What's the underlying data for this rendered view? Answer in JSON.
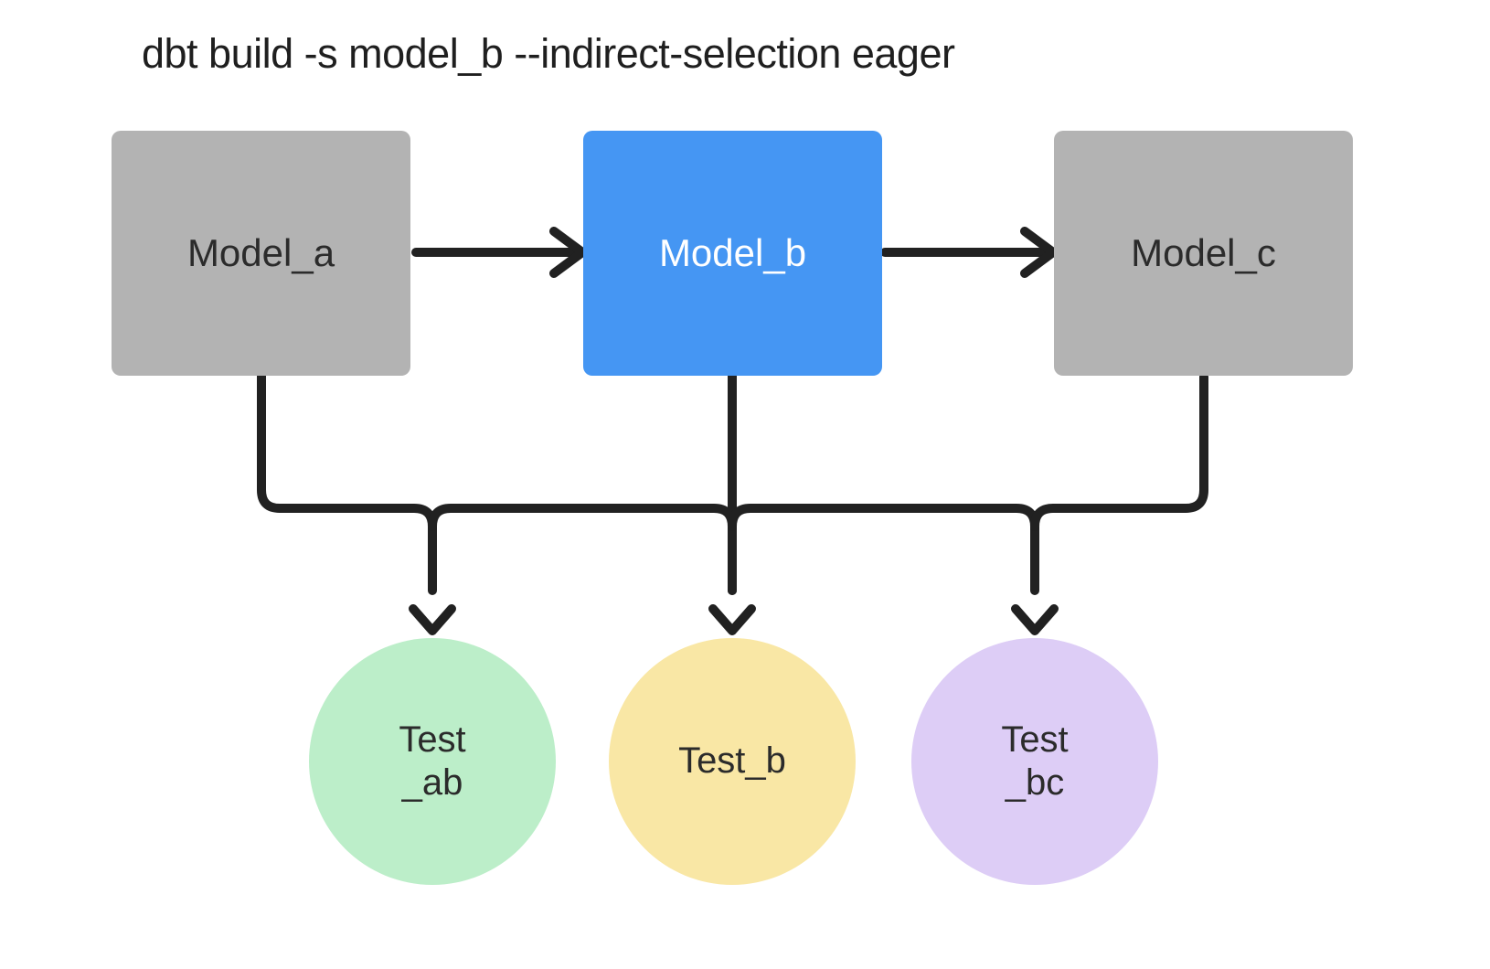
{
  "title": "dbt build -s model_b --indirect-selection eager",
  "colors": {
    "background": "#ffffff",
    "model_default": "#b3b3b3",
    "model_selected": "#4596f3",
    "model_text": "#2b2b2b",
    "model_selected_text": "#ffffff",
    "test_ab_fill": "#bceec9",
    "test_b_fill": "#f9e7a5",
    "test_bc_fill": "#ddcdf6",
    "edge_line": "#212121",
    "title_text": "#1f1f1f"
  },
  "nodes": {
    "model_a": {
      "label": "Model_a",
      "type": "model",
      "selected": "false"
    },
    "model_b": {
      "label": "Model_b",
      "type": "model",
      "selected": "true"
    },
    "model_c": {
      "label": "Model_c",
      "type": "model",
      "selected": "false"
    },
    "test_ab": {
      "label": "Test\n_ab",
      "type": "test"
    },
    "test_b": {
      "label": "Test_b",
      "type": "test"
    },
    "test_bc": {
      "label": "Test\n_bc",
      "type": "test"
    }
  },
  "edges": [
    {
      "from": "model_a",
      "to": "model_b",
      "style": "arrow-right"
    },
    {
      "from": "model_b",
      "to": "model_c",
      "style": "arrow-right"
    },
    {
      "from": "model_a",
      "to": "tests-bus",
      "style": "down-merge"
    },
    {
      "from": "model_b",
      "to": "tests-bus",
      "style": "down-through"
    },
    {
      "from": "model_c",
      "to": "tests-bus",
      "style": "down-merge"
    },
    {
      "from": "tests-bus",
      "to": "test_ab",
      "style": "arrow-down"
    },
    {
      "from": "tests-bus",
      "to": "test_b",
      "style": "arrow-down"
    },
    {
      "from": "tests-bus",
      "to": "test_bc",
      "style": "arrow-down"
    }
  ]
}
